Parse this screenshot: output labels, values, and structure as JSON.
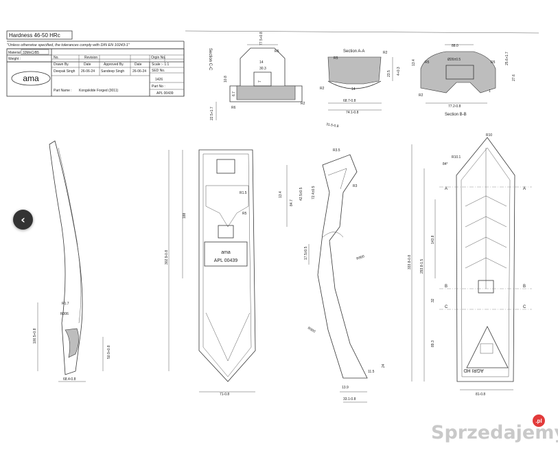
{
  "title_block": {
    "hardness": "Hardness 46-50 HRc",
    "tolerance_note": "\"Unless otherwise specified, the tolerances comply with DIN EN 10243-1\"",
    "material_label": "Material",
    "material_value": "33MnCrB5",
    "weight_label": "Weight :",
    "col_no": "No.",
    "col_revision": "Revision",
    "col_orig_no": "Orgin No.",
    "col_drawn_by": "Drawn By.",
    "col_date": "Date",
    "col_approved_by": "Approved By.",
    "col_date2": "Date",
    "col_scale": "Scale :- 1:1",
    "drawn_by": "Deepak Singh",
    "drawn_date": "26-06-24",
    "approved_by": "Sandeep Singh",
    "approved_date": "26-06-24",
    "sed_label": "SED No.",
    "sed_value": "1426",
    "part_no_label": "Part No :",
    "part_no_value": "APL 00439",
    "part_name_label": "Part Name :",
    "part_name_value": "Kongskilde Forged (3011)",
    "logo_text": "ama"
  },
  "sections": {
    "section_cc": "Section C-C",
    "section_aa": "Section A-A",
    "section_bb": "Section B-B"
  },
  "markings": {
    "plate_brand": "ama",
    "plate_part_no": "APL 00439",
    "agri_hd": "AGRI HD",
    "letters": [
      "A",
      "A",
      "B",
      "B",
      "C",
      "C"
    ]
  },
  "dimensions": {
    "cc": [
      "77.5+0.8",
      "10.8",
      "6.7",
      "7",
      "30.3",
      "14",
      "R6",
      "R5",
      "R2",
      "22.5+1.7"
    ],
    "aa": [
      "R2",
      "R5",
      "R2",
      "23.5",
      "14",
      "68.7-0.8",
      "74.1-0.8",
      "4+0.3"
    ],
    "bb": [
      "88.0",
      "Ø26±0.5",
      "13.4",
      "R5",
      "R2",
      "R5",
      "27.6",
      "25.6+1.7",
      "77.2-0.8",
      "1"
    ],
    "side_view": [
      "R1.7",
      "R306",
      "100.5+0.8",
      "50.9+0.8",
      "68.4-0.8"
    ],
    "front_view": [
      "188",
      "302.9-0.8",
      "R1.5",
      "R5",
      "71-0.8"
    ],
    "angled_view": [
      "31.5-0.8",
      "R3.5",
      "R3",
      "13.4",
      "72.4±0.5",
      "42.5±0.5",
      "84.7",
      "17.5±0.5",
      "R900",
      "R900",
      "11.5",
      "13.9",
      "33.1-0.8",
      "24"
    ],
    "back_view": [
      "R10",
      "R10.1",
      "84°",
      "143.8",
      "333.8-0.8",
      "293.8-1.5",
      "32",
      "89.3",
      "81-0.8"
    ]
  },
  "watermark": {
    "text": "Sprzedajemy",
    "badge": ".pl"
  },
  "nav": {
    "prev_icon": "chevron-left-icon"
  }
}
